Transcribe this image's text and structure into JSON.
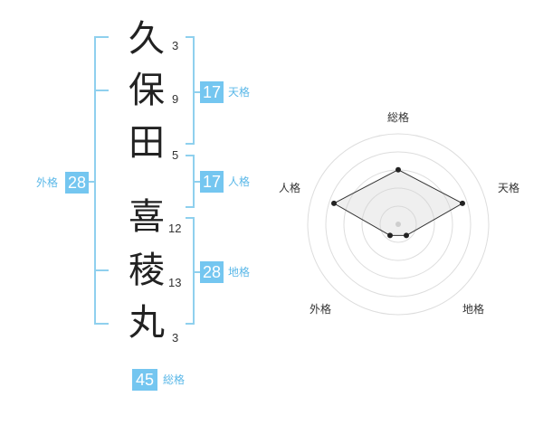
{
  "name": {
    "chars": [
      "久",
      "保",
      "田",
      "喜",
      "稜",
      "丸"
    ],
    "strokes": [
      "3",
      "9",
      "5",
      "12",
      "13",
      "3"
    ]
  },
  "fortune": {
    "tenkaku": {
      "value": "17",
      "label": "天格"
    },
    "jinkaku": {
      "value": "17",
      "label": "人格"
    },
    "chikaku": {
      "value": "28",
      "label": "地格"
    },
    "gaikaku": {
      "value": "28",
      "label": "外格"
    },
    "soukaku": {
      "value": "45",
      "label": "総格"
    }
  },
  "radar": {
    "labels": {
      "top": "総格",
      "right": "天格",
      "bottom_right": "地格",
      "bottom_left": "外格",
      "left": "人格"
    },
    "levels": {
      "soukaku": 0.67,
      "tenkaku": 0.83,
      "chikaku": 0.17,
      "jinkaku": 0.83,
      "gaikaku": 0.17
    }
  },
  "colors": {
    "accent": "#74c6f0",
    "bracket": "#8fd0ee",
    "label": "#5bb8e8"
  }
}
